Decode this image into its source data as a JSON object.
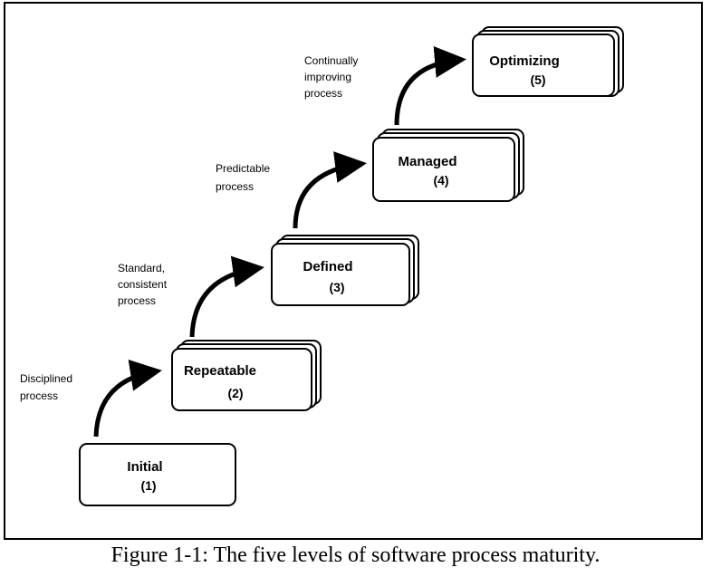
{
  "figure": {
    "caption": "Figure 1-1: The five levels of software process maturity."
  },
  "levels": [
    {
      "name": "Initial",
      "number": "(1)"
    },
    {
      "name": "Repeatable",
      "number": "(2)"
    },
    {
      "name": "Defined",
      "number": "(3)"
    },
    {
      "name": "Managed",
      "number": "(4)"
    },
    {
      "name": "Optimizing",
      "number": "(5)"
    }
  ],
  "transitions": [
    {
      "lines": [
        "Disciplined",
        "process"
      ]
    },
    {
      "lines": [
        "Standard,",
        "consistent",
        "process"
      ]
    },
    {
      "lines": [
        "Predictable",
        "process"
      ]
    },
    {
      "lines": [
        "Continually",
        "improving",
        "process"
      ]
    }
  ]
}
